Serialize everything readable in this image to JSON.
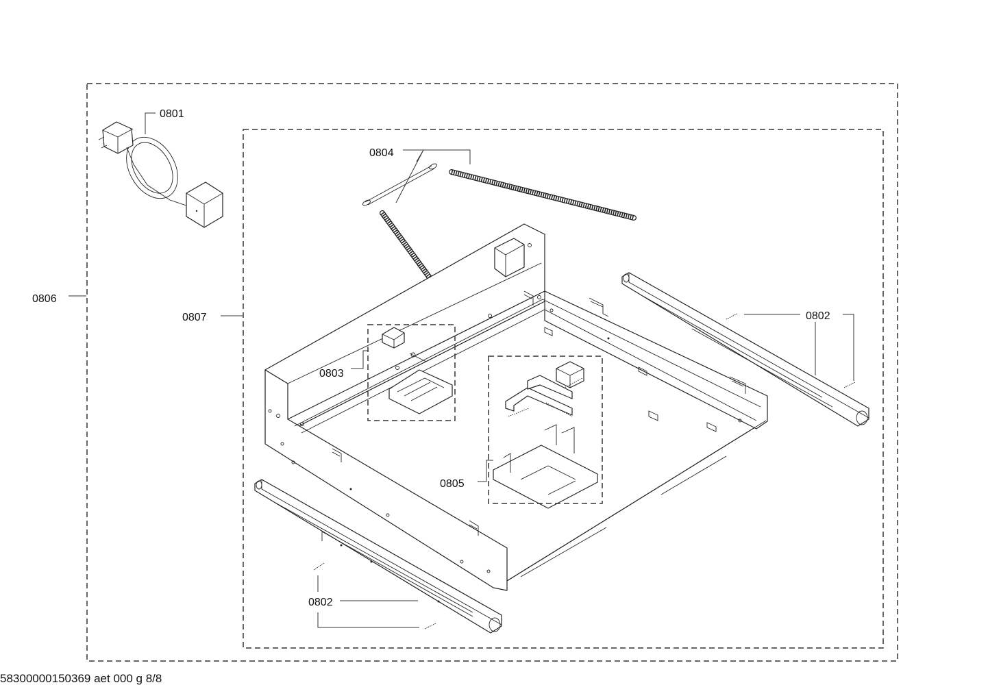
{
  "diagram": {
    "labels": {
      "p0801": "0801",
      "p0802a": "0802",
      "p0802b": "0802",
      "p0803": "0803",
      "p0804": "0804",
      "p0805": "0805",
      "p0806": "0806",
      "p0807": "0807"
    }
  },
  "footer": {
    "code": "58300000150369 aet 000 g 8/8"
  }
}
